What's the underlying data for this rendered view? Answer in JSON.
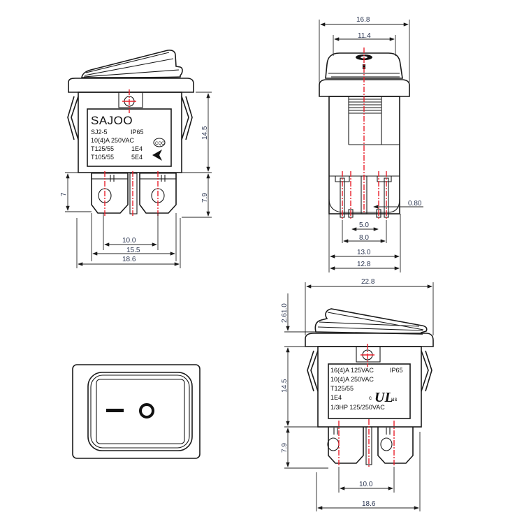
{
  "views": {
    "front_top_left": {
      "label": {
        "brand": "SAJOO",
        "model": "SJ2-5",
        "rating_ip": "IP65",
        "rating_1": "10(4)A 250VAC",
        "rating_2": "T125/55",
        "rating_2b": "1E4",
        "rating_3": "T105/55",
        "rating_3b": "5E4",
        "cert_mark": "CQC"
      },
      "dims": {
        "body_height": "14.5",
        "terminal_height": "7.9",
        "terminal_side": "7",
        "terminal_pitch": "10.0",
        "inner_width": "15.5",
        "overall_width": "18.6"
      }
    },
    "side_top_right": {
      "dims": {
        "overall_width": "16.8",
        "rocker_width": "11.4",
        "pin_offset": "0.80",
        "pin_pitch_inner": "5.0",
        "pin_pitch_outer": "8.0",
        "body_width": "13.0",
        "base_width": "12.8"
      }
    },
    "front_bottom_right": {
      "label": {
        "line1": "16(4)A 125VAC",
        "ip": "IP65",
        "line2": "10(4)A 250VAC",
        "line3": "T125/55",
        "line4": "1E4",
        "line5": "1/3HP 125/250VAC",
        "ul_c": "c",
        "ul_us": "us"
      },
      "dims": {
        "overall_width": "22.8",
        "rocker_height": "2.61.0",
        "body_height": "14.5",
        "terminal_height": "7.9",
        "terminal_pitch": "10.0",
        "bottom_width": "18.6"
      }
    },
    "top_face_bottom_left": {
      "symbols": {
        "off_symbol": "O",
        "on_symbol": "—"
      }
    }
  },
  "colors": {
    "line": "#1a1a1a",
    "centerline": "#e8202a",
    "dimension_text": "#2a3550"
  }
}
